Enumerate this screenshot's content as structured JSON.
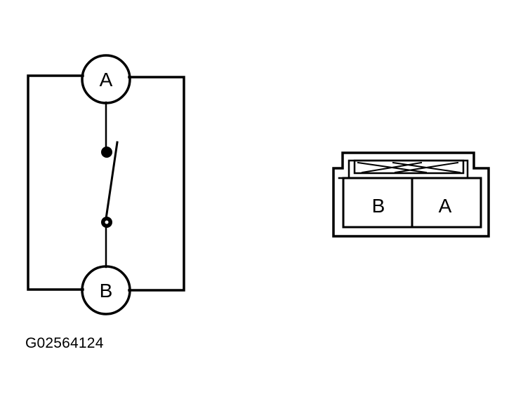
{
  "schematic": {
    "terminal_top_label": "A",
    "terminal_bottom_label": "B"
  },
  "connector": {
    "pin_left_label": "B",
    "pin_right_label": "A"
  },
  "figure_id": "G02564124"
}
